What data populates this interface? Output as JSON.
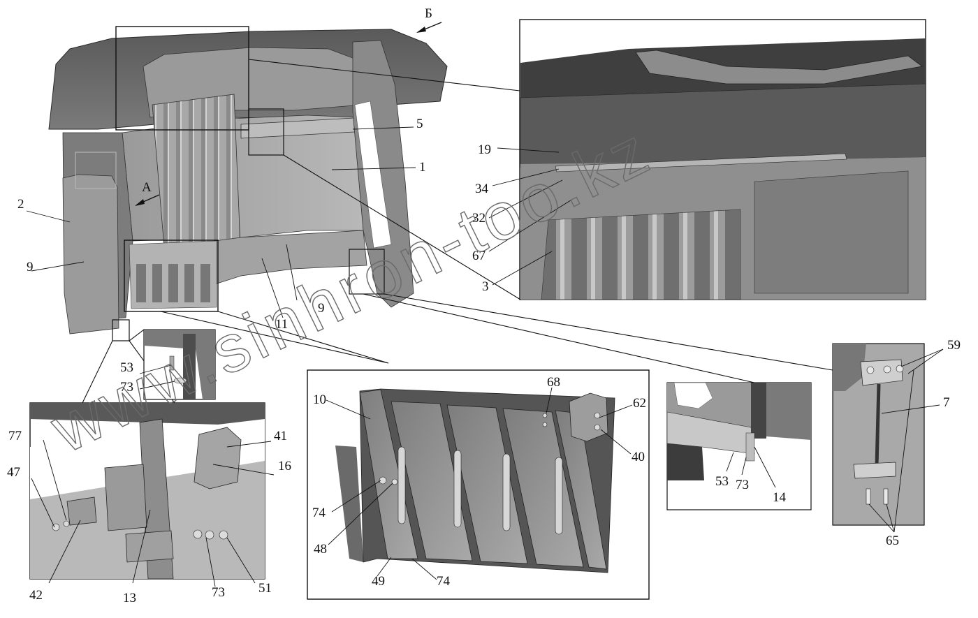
{
  "watermark": "www.sinhron-too.kz",
  "view_arrows": {
    "a": "А",
    "b": "Б"
  },
  "labels": {
    "main": [
      "5",
      "1",
      "2",
      "9",
      "9",
      "11"
    ],
    "roof_detail": [
      "19",
      "34",
      "32",
      "67",
      "3"
    ],
    "small_detail": [
      "53",
      "73"
    ],
    "hinge_detail": [
      "77",
      "47",
      "42",
      "13",
      "73",
      "51",
      "41",
      "16"
    ],
    "louver_detail": [
      "10",
      "68",
      "62",
      "40",
      "74",
      "48",
      "49",
      "74"
    ],
    "bracket_detail": [
      "53",
      "73",
      "14"
    ],
    "rod_detail": [
      "59",
      "7",
      "65"
    ]
  },
  "colors": {
    "line": "#111111",
    "part_dark": "#5e5e5e",
    "part_mid": "#8d8d8d",
    "part_light": "#c4c4c4",
    "watermark": "#6a6a6a"
  }
}
